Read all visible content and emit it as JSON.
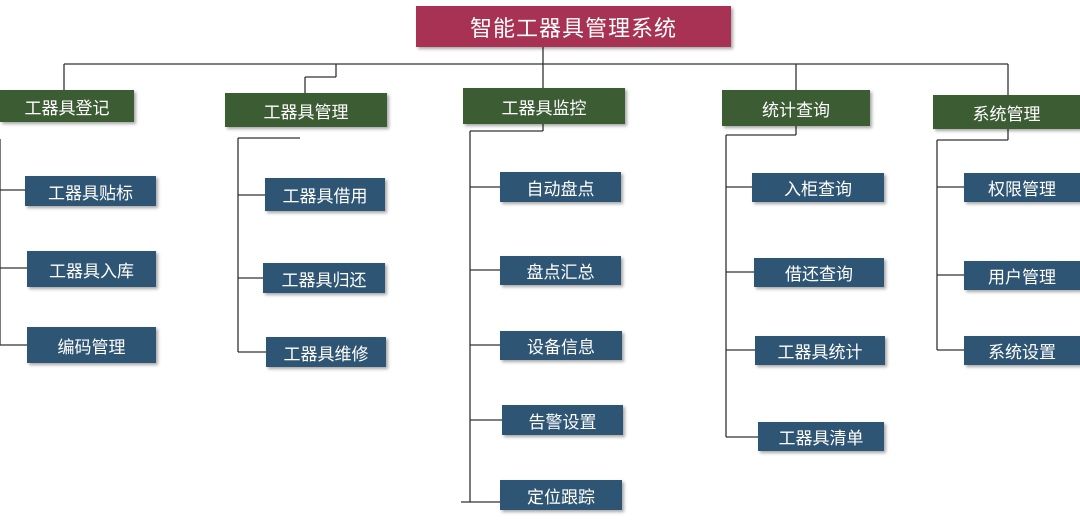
{
  "root": {
    "label": "智能工器具管理系统",
    "color": "#a83253"
  },
  "categories": [
    {
      "label": "工器具登记",
      "items": [
        "工器具贴标",
        "工器具入库",
        "编码管理"
      ]
    },
    {
      "label": "工器具管理",
      "items": [
        "工器具借用",
        "工器具归还",
        "工器具维修"
      ]
    },
    {
      "label": "工器具监控",
      "items": [
        "自动盘点",
        "盘点汇总",
        "设备信息",
        "告警设置",
        "定位跟踪"
      ]
    },
    {
      "label": "统计查询",
      "items": [
        "入柜查询",
        "借还查询",
        "工器具统计",
        "工器具清单"
      ]
    },
    {
      "label": "系统管理",
      "items": [
        "权限管理",
        "用户管理",
        "系统设置"
      ]
    }
  ],
  "colors": {
    "category": "#3c5c34",
    "item": "#2e5573",
    "line": "#333333"
  }
}
